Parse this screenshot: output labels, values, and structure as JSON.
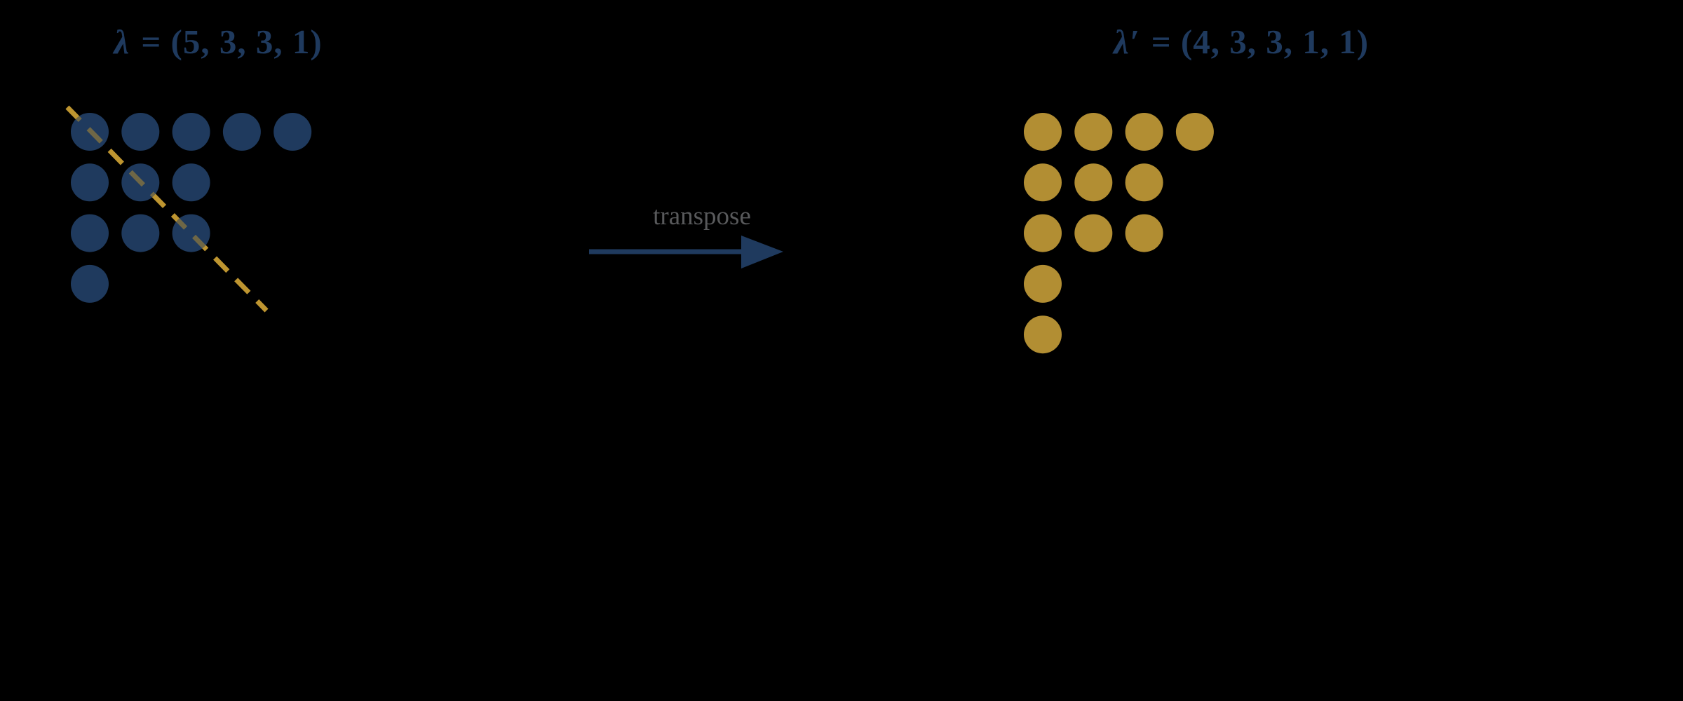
{
  "background": "#000000",
  "colors": {
    "navy": "#1F3A5E",
    "gold": "#B28E33",
    "gold_line": "#BE9530",
    "label_gray": "#58595B"
  },
  "left_panel": {
    "title_symbol": "λ",
    "title_rest": " = (5, 3, 3, 1)",
    "partition": [
      5,
      3,
      3,
      1
    ]
  },
  "right_panel": {
    "title_symbol": "λ′",
    "title_rest": " = (4, 3, 3, 1, 1)",
    "partition": [
      4,
      3,
      3,
      1,
      1
    ]
  },
  "transpose": {
    "label": "transpose"
  }
}
